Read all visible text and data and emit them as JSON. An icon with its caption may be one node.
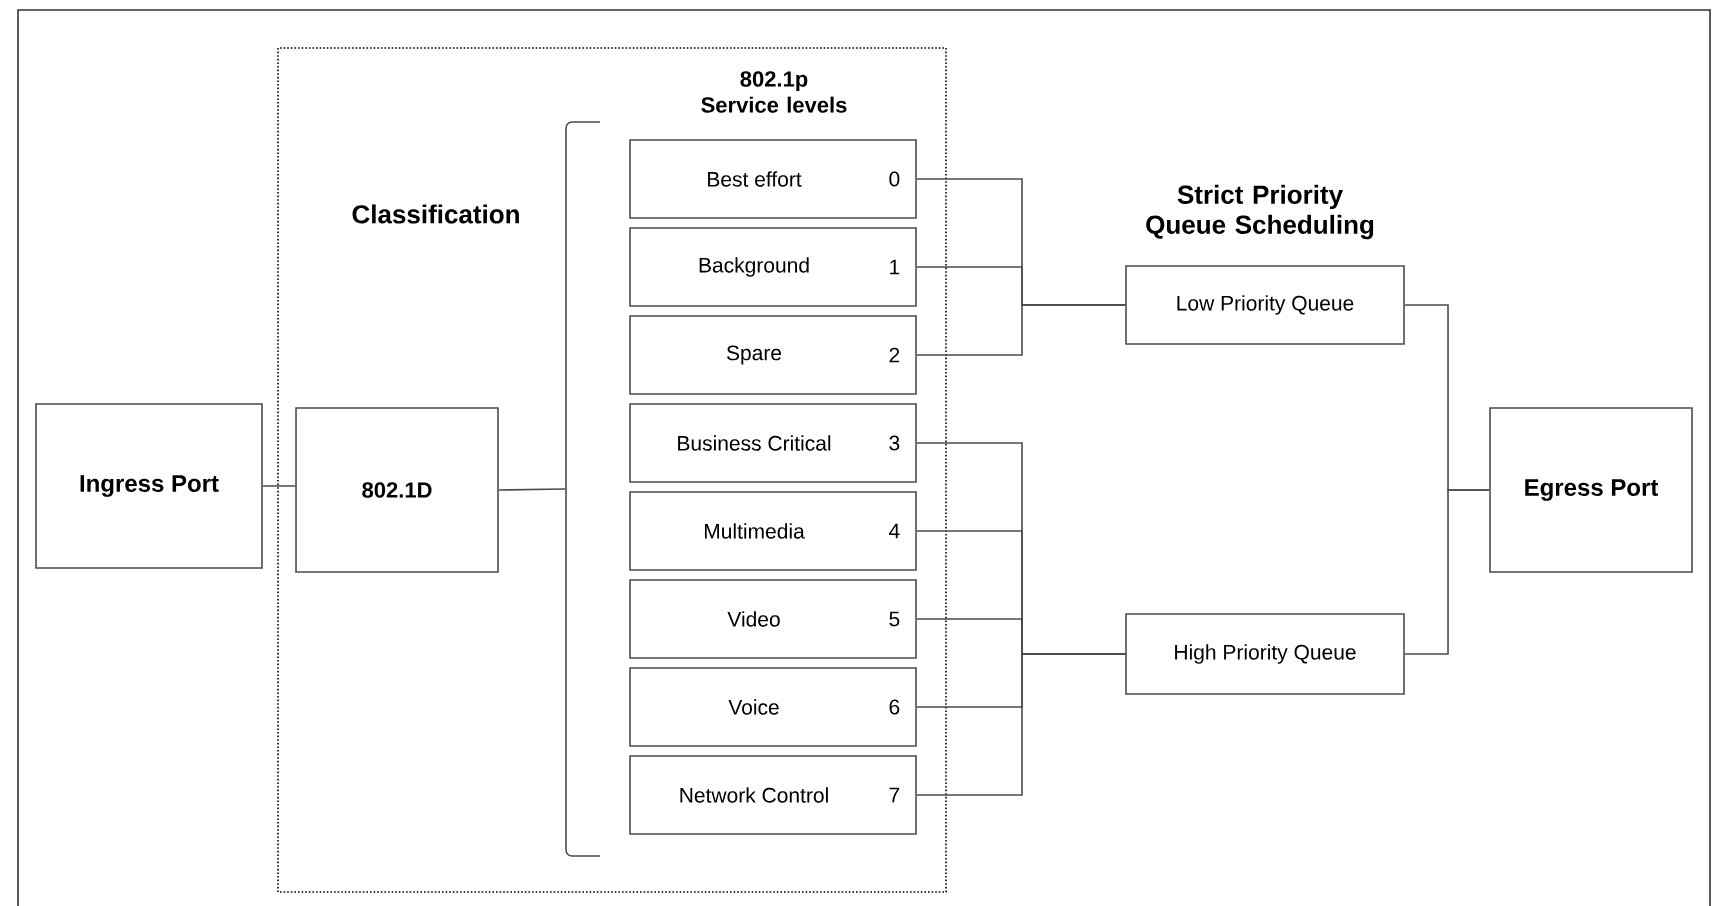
{
  "diagram": {
    "nodes": [
      {
        "text": [
          "Classification"
        ]
      },
      {
        "text": [
          "Ingress Port"
        ]
      },
      {
        "text": [
          "802.1D"
        ],
        "in": 0
      },
      {
        "text": [
          "Best effort",
          "0"
        ],
        "in": 0
      },
      {
        "text": [
          "Background",
          "1"
        ],
        "in": 0
      },
      {
        "text": [
          "Spare",
          "2"
        ],
        "in": 0
      },
      {
        "text": [
          "Business Critical",
          "3"
        ],
        "in": 0
      },
      {
        "text": [
          "Multimedia",
          "4"
        ],
        "in": 0
      },
      {
        "text": [
          "Video",
          "5"
        ],
        "in": 0
      },
      {
        "text": [
          "Voice",
          "6"
        ],
        "in": 0
      },
      {
        "text": [
          "Network Control",
          "7"
        ],
        "in": 0
      },
      {
        "text": [
          "Low Priority Queue"
        ]
      },
      {
        "text": [
          "High Priority Queue"
        ]
      },
      {
        "text": [
          "Egress Port"
        ]
      },
      {
        "text": [],
        "shape": "bracket",
        "in": 0
      }
    ],
    "edges": [
      {
        "from": 1,
        "to": 2,
        "arrow": "none"
      },
      {
        "from": 2,
        "to": 14,
        "arrow": "none"
      },
      {
        "from": 3,
        "to": 11,
        "arrow": "none"
      },
      {
        "from": 4,
        "to": 11,
        "arrow": "none"
      },
      {
        "from": 5,
        "to": 11,
        "arrow": "none"
      },
      {
        "from": 6,
        "to": 12,
        "arrow": "none"
      },
      {
        "from": 7,
        "to": 12,
        "arrow": "none"
      },
      {
        "from": 8,
        "to": 12,
        "arrow": "none"
      },
      {
        "from": 9,
        "to": 12,
        "arrow": "none"
      },
      {
        "from": 10,
        "to": 12,
        "arrow": "none"
      },
      {
        "from": 11,
        "to": 13,
        "arrow": "none"
      },
      {
        "from": 12,
        "to": 13,
        "arrow": "none"
      }
    ],
    "labels": [
      "802.1p Service levels",
      "Strict Priority Queue Scheduling"
    ]
  }
}
